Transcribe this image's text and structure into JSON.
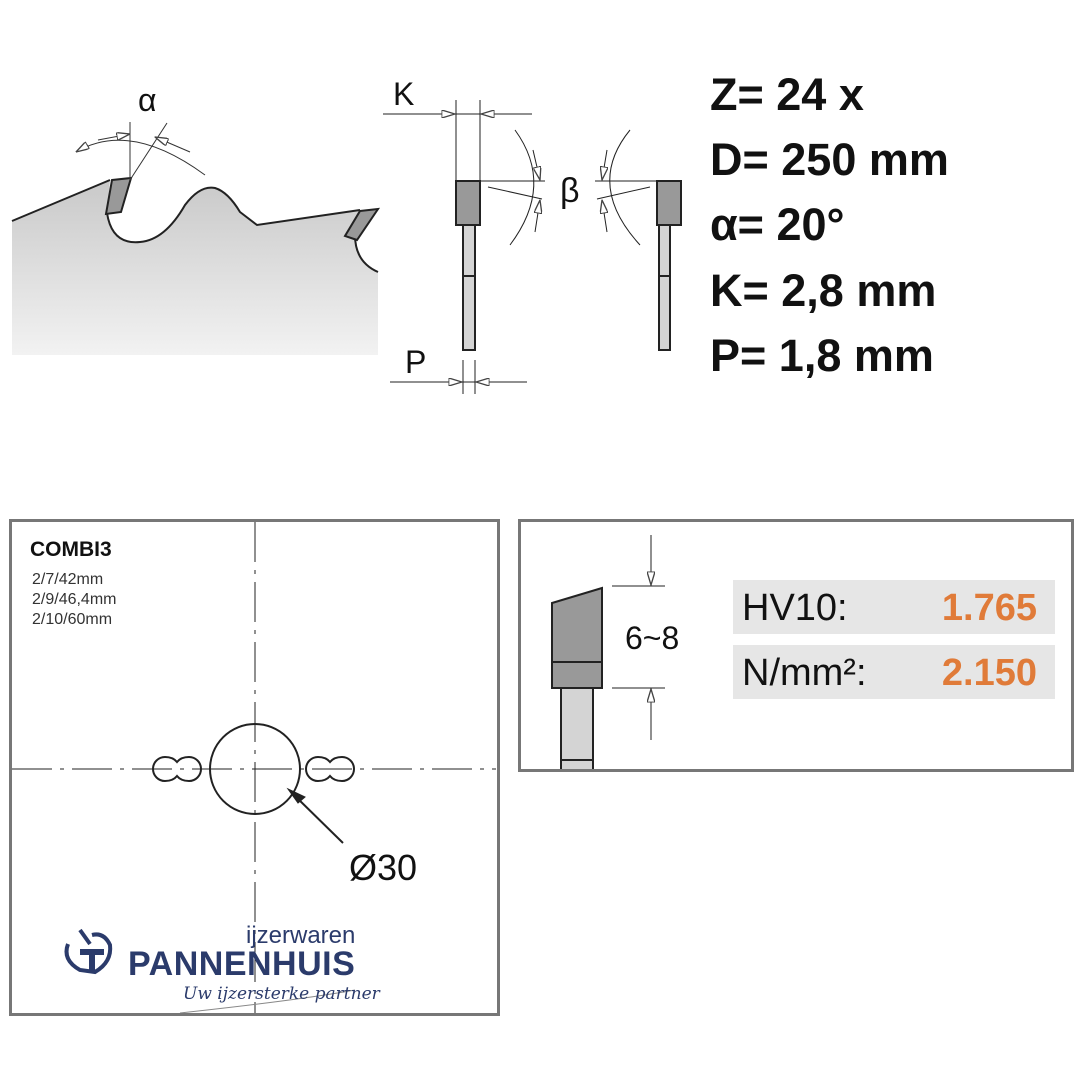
{
  "top_diagram": {
    "alpha_label": "α",
    "k_label": "K",
    "beta_label": "β",
    "p_label": "P"
  },
  "specs": [
    {
      "text": "Z= 24 x"
    },
    {
      "text": "D= 250 mm"
    },
    {
      "text": "α= 20°"
    },
    {
      "text": "K= 2,8 mm"
    },
    {
      "text": "P= 1,8 mm"
    }
  ],
  "bore_panel": {
    "title": "COMBI3",
    "pinholes": [
      "2/7/42mm",
      "2/9/46,4mm",
      "2/10/60mm"
    ],
    "bore_label": "Ø30"
  },
  "hardness_panel": {
    "height_label": "6~8",
    "rows": [
      {
        "key": "HV10:",
        "value": "1.765"
      },
      {
        "key": "N/mm²:",
        "value": "2.150"
      }
    ],
    "value_color": "#e07b39"
  },
  "logo": {
    "top": "ijzerwaren",
    "name": "PANNENHUIS",
    "tagline": "Uw ijzersterke partner",
    "color": "#2b3b6b"
  }
}
